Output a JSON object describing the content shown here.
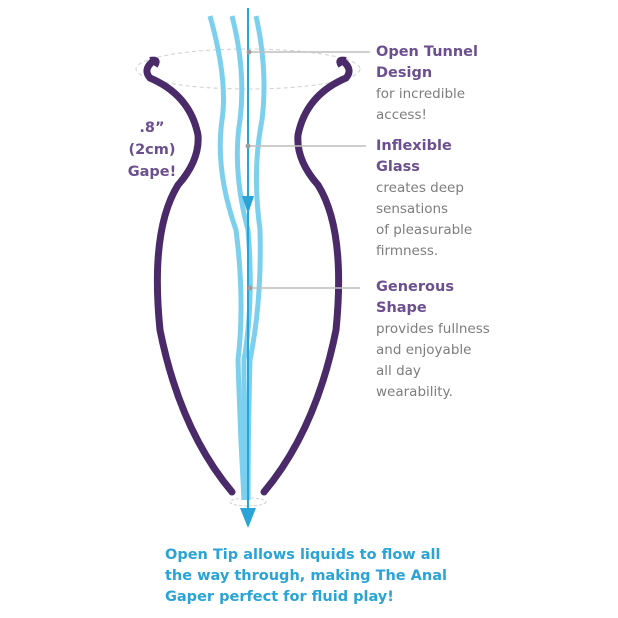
{
  "colors": {
    "outline": "#4a2a68",
    "stream": "#7dcfee",
    "arrow": "#2aa3d6",
    "heading": "#6b4f8e",
    "body_text": "#7d7d7d",
    "tip_text": "#2aa3d6",
    "leader_line": "#bdbdbd"
  },
  "gape_label": ".8”\n(2cm)\nGape!",
  "callouts": [
    {
      "heading": "Open Tunnel\nDesign",
      "body": "for incredible\naccess!"
    },
    {
      "heading": "Inflexible\nGlass",
      "body": "creates deep\nsensations\nof pleasurable\nfirmness."
    },
    {
      "heading": "Generous\nShape",
      "body": "provides fullness\nand enjoyable\nall day\nwearability."
    }
  ],
  "footer_text": "Open Tip allows liquids to flow all\nthe way through, making The Anal\nGaper perfect for fluid play!"
}
